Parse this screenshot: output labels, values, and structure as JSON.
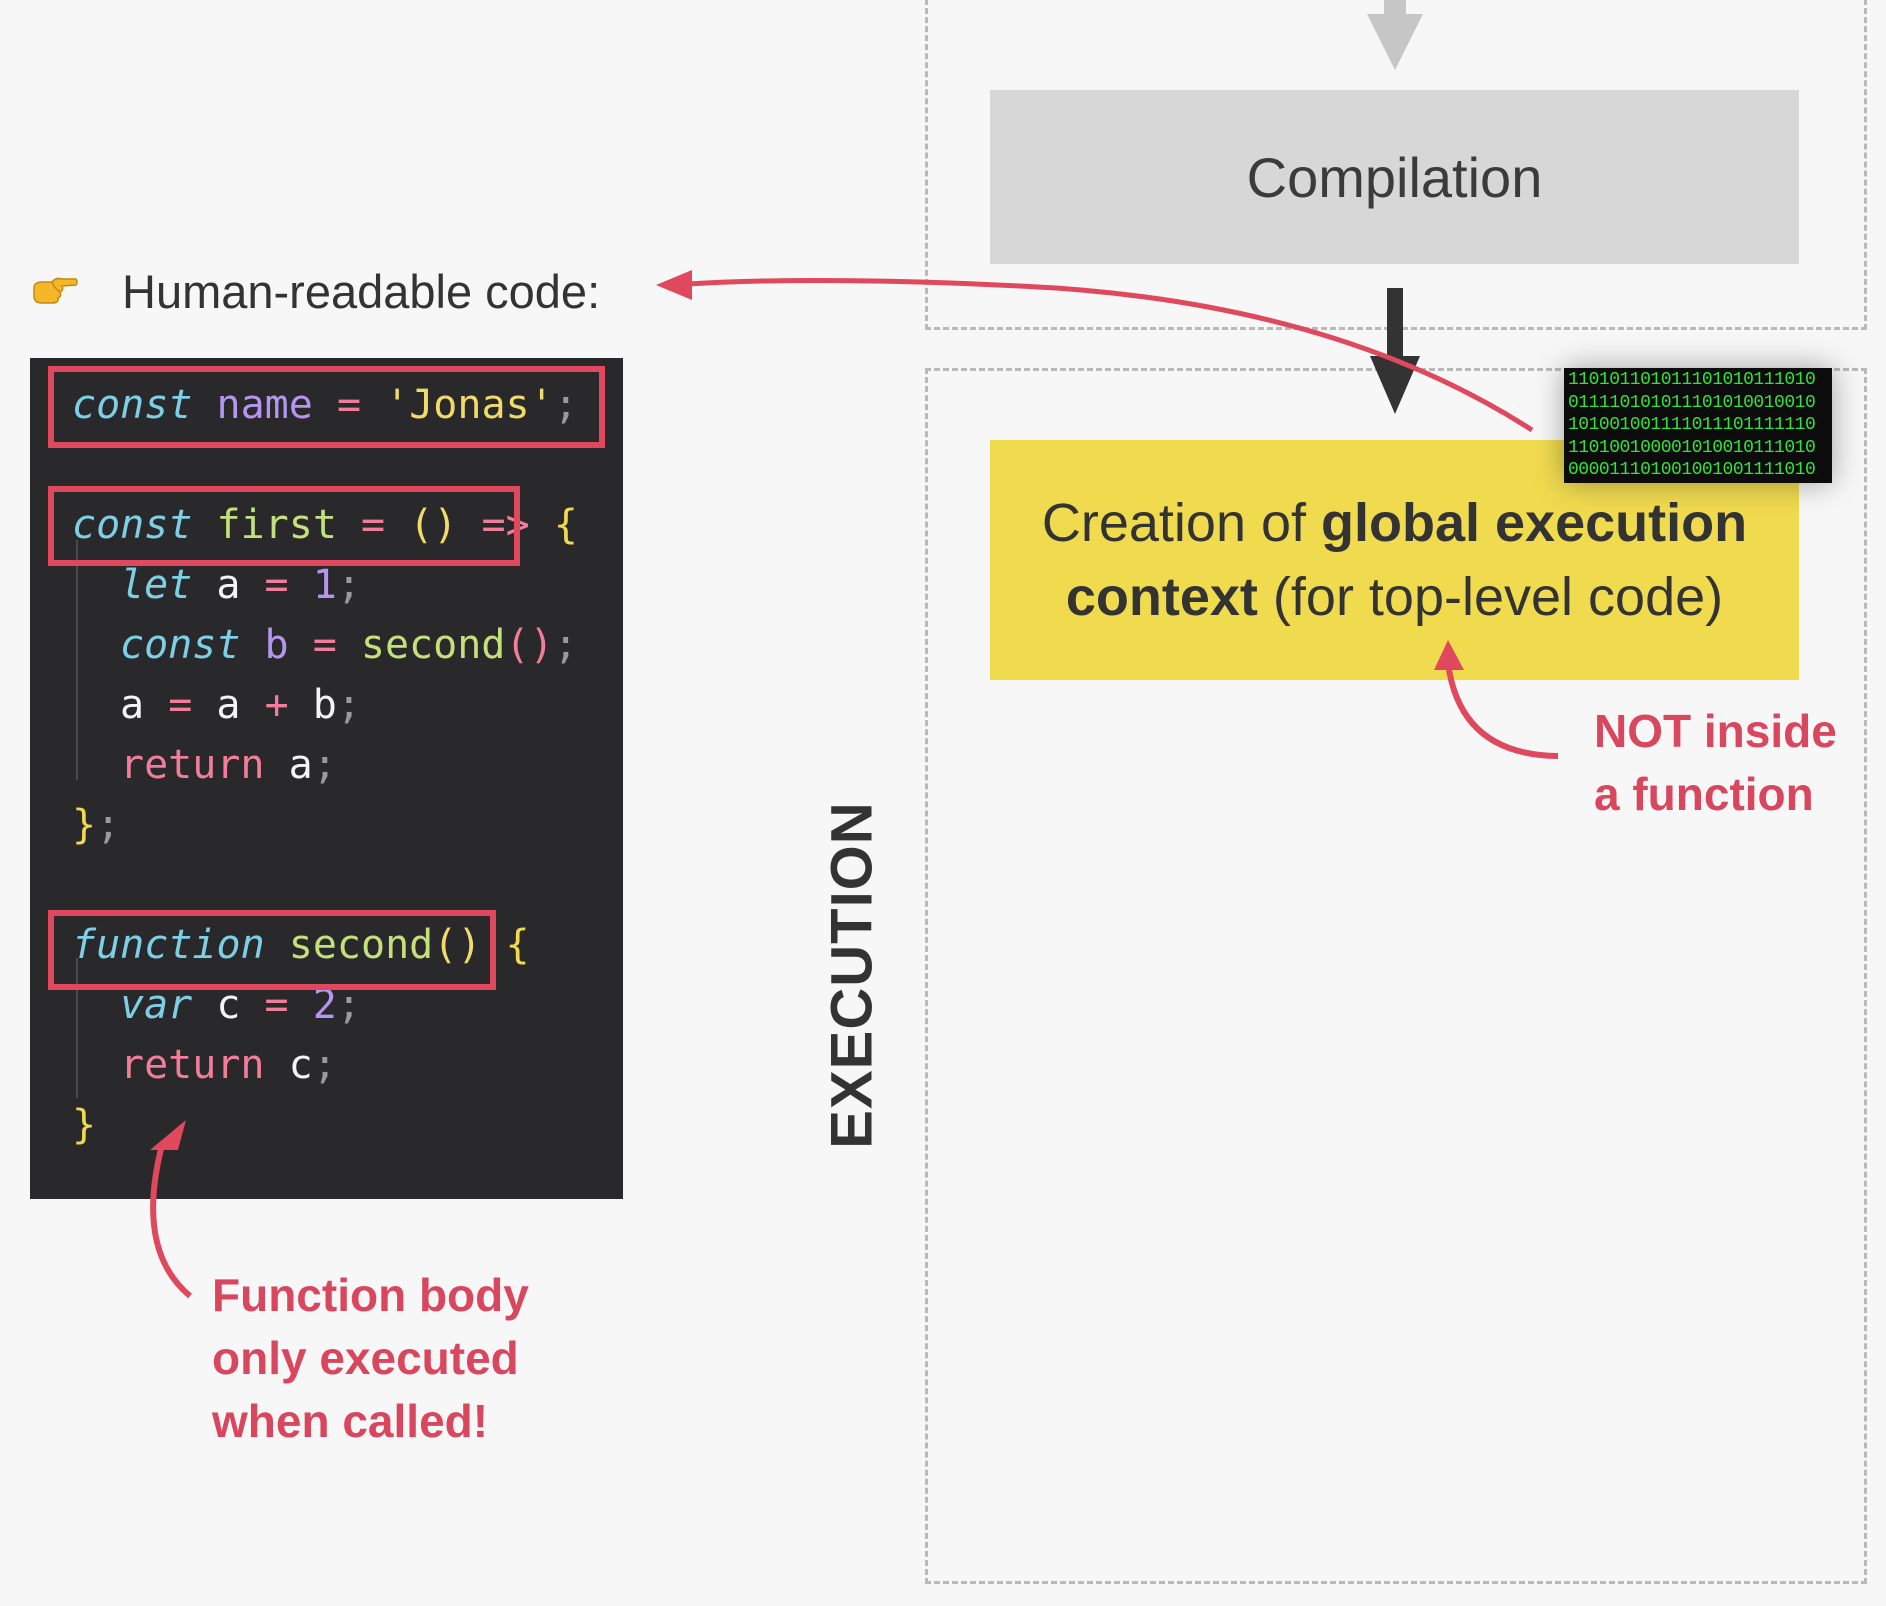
{
  "compilation_label": "Compilation",
  "human_readable_label": "Human-readable code:",
  "gec": {
    "line1_pre": "Creation of ",
    "line1_bold": "global execution",
    "line2_bold": "context",
    "line2_post": " (for top-level code)"
  },
  "execution_label": "EXECUTION",
  "not_inside_note": {
    "line1": "NOT inside",
    "line2": "a function"
  },
  "function_body_note": {
    "line1": "Function body",
    "line2": "only executed",
    "line3": "when called!"
  },
  "binary_rows": [
    "110101101011101010111010",
    "011110101011101010010010",
    "101001001111011101111110",
    "110100100001010010111010",
    "000011101001001001111010"
  ],
  "code": {
    "l1": {
      "kw": "const",
      "name": "name",
      "eq": "=",
      "str": "'Jonas'",
      "semi": ";"
    },
    "l2": {
      "kw": "const",
      "name": "first",
      "eq": "=",
      "parens": "()",
      "arrow": "=>",
      "brace": "{"
    },
    "l3": {
      "kw": "let",
      "name": "a",
      "eq": "=",
      "num": "1",
      "semi": ";"
    },
    "l4": {
      "kw": "const",
      "name": "b",
      "eq": "=",
      "call": "second",
      "parens": "()",
      "semi": ";"
    },
    "l5": {
      "a1": "a",
      "eq": "=",
      "a2": "a",
      "plus": "+",
      "b": "b",
      "semi": ";"
    },
    "l6": {
      "ret": "return",
      "a": "a",
      "semi": ";"
    },
    "l7": {
      "brace": "}",
      "semi": ";"
    },
    "l8": {
      "kw": "function",
      "name": "second",
      "parens": "()",
      "brace": "{"
    },
    "l9": {
      "kw": "var",
      "name": "c",
      "eq": "=",
      "num": "2",
      "semi": ";"
    },
    "l10": {
      "ret": "return",
      "c": "c",
      "semi": ";"
    },
    "l11": {
      "brace": "}"
    }
  },
  "colors": {
    "accent_red": "#e0485d",
    "note_red": "#d9475e",
    "yellow": "#f0db4f",
    "code_bg": "#29292b",
    "compile_gray": "#d7d7d7"
  },
  "icons": [
    "pointing-hand-icon"
  ]
}
